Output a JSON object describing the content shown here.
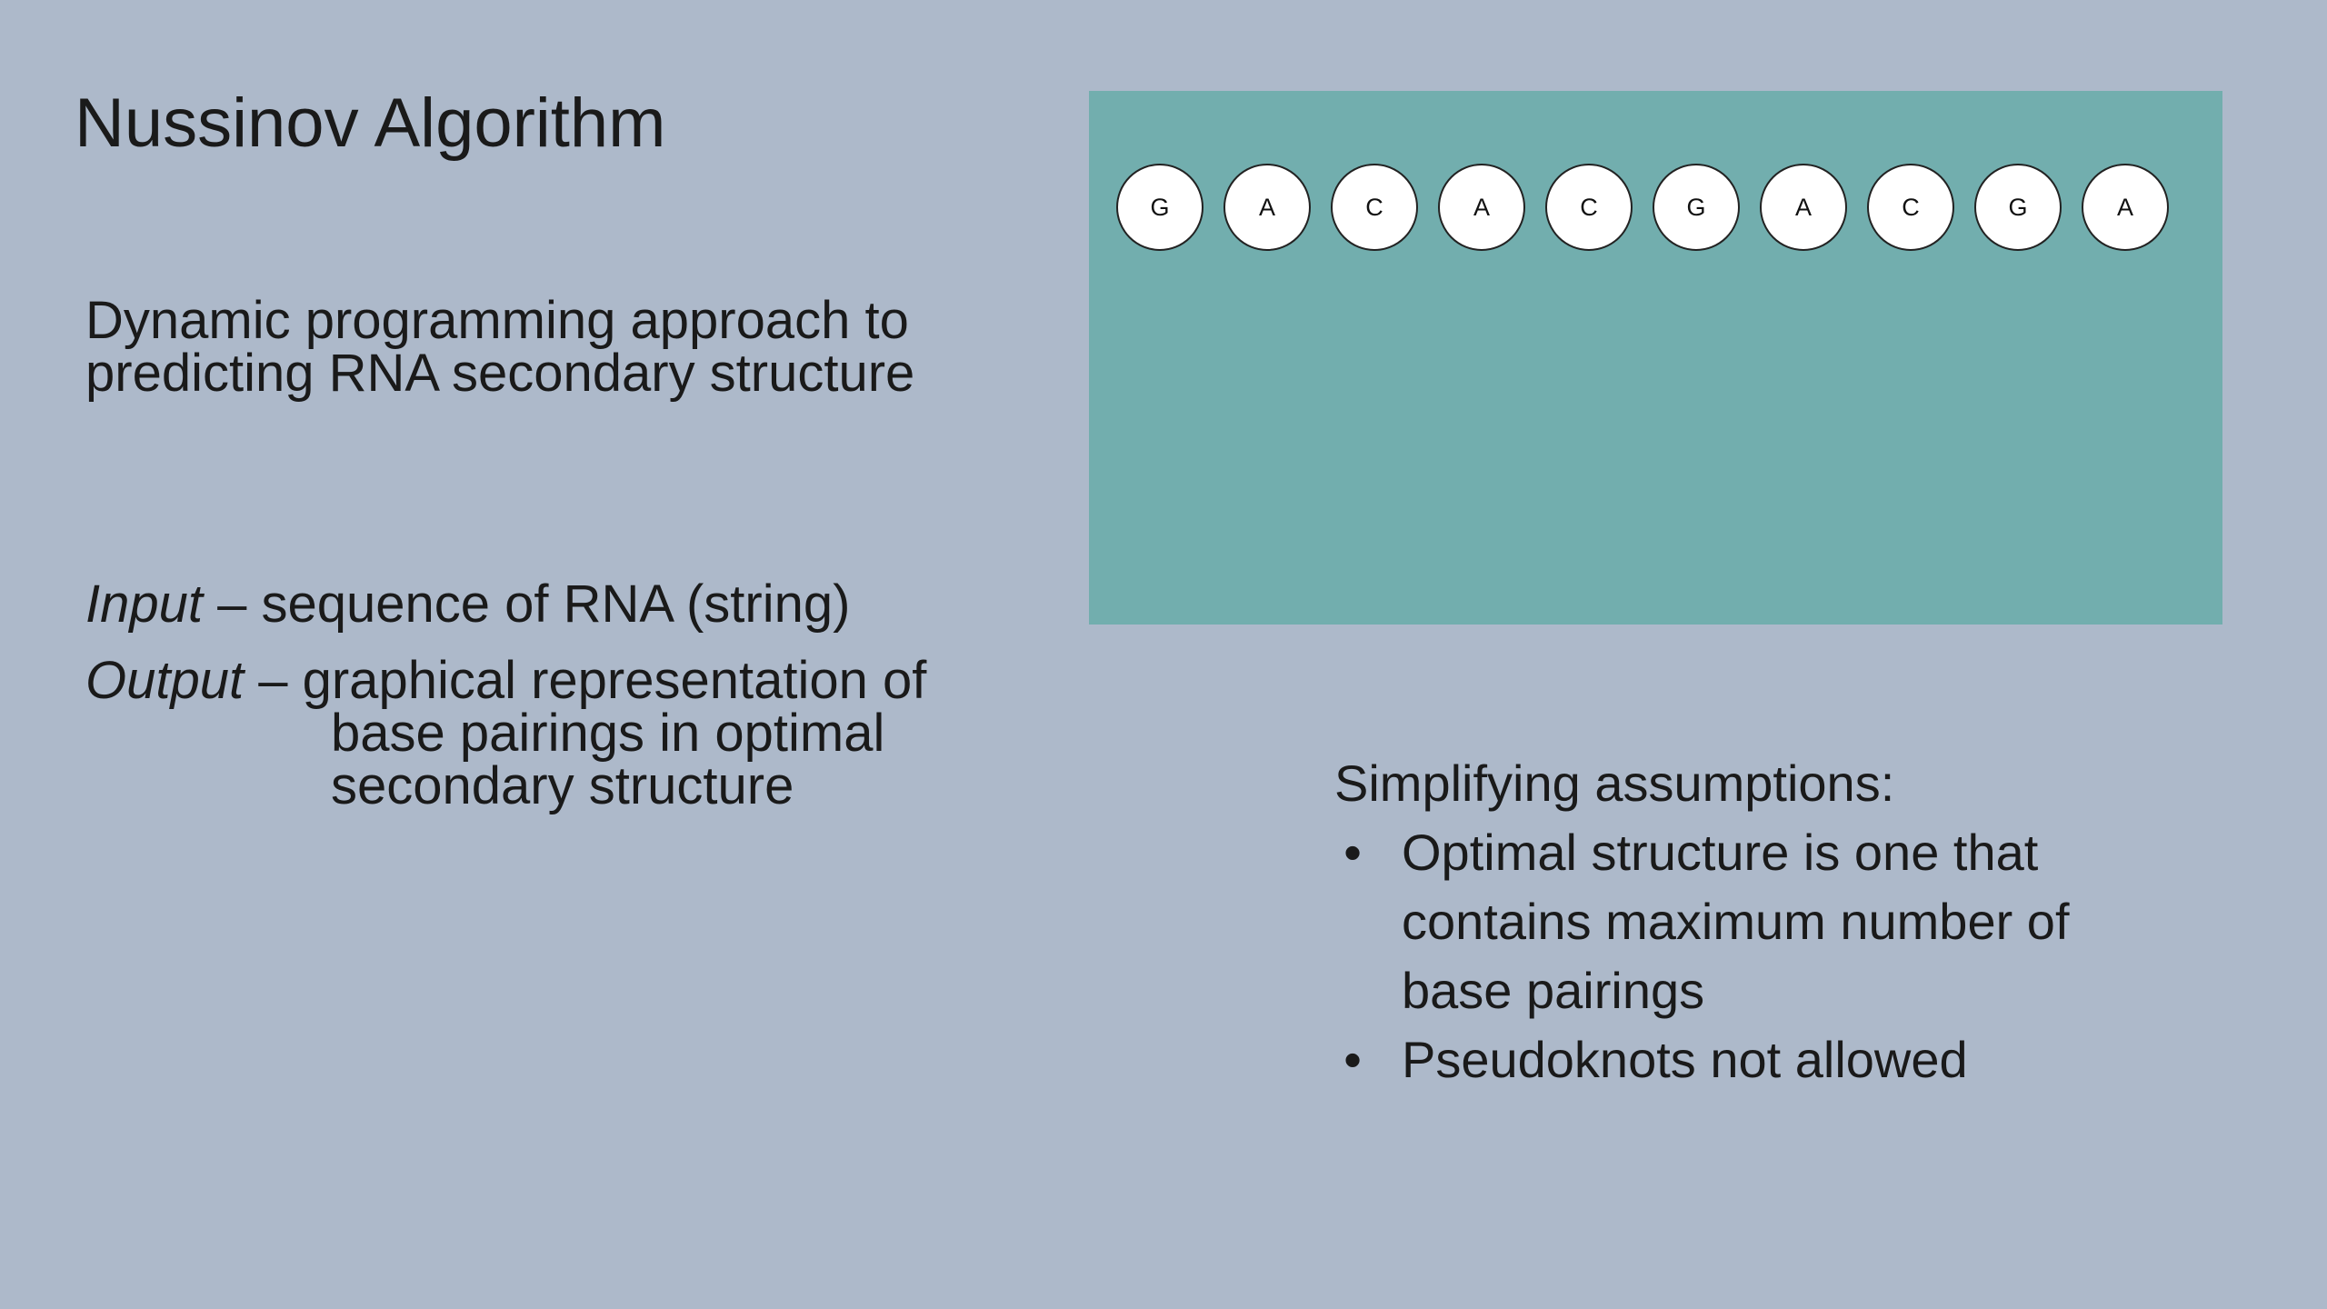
{
  "slide": {
    "title": "Nussinov Algorithm",
    "intro": {
      "line1": "Dynamic programming approach to",
      "line2": "predicting RNA secondary structure"
    },
    "io": {
      "input_term": "Input",
      "input_desc": " – sequence of RNA (string)",
      "output_term": "Output",
      "output_desc": " – graphical representation of",
      "output_line2": "base pairings in optimal",
      "output_line3": "secondary structure"
    },
    "diagram": {
      "background_color": "#72aeae",
      "sequence": [
        "G",
        "A",
        "C",
        "A",
        "C",
        "G",
        "A",
        "C",
        "G",
        "A"
      ]
    },
    "assumptions": {
      "heading": "Simplifying assumptions:",
      "bullet_glyph": "•",
      "items": [
        {
          "line1": "Optimal structure is one that",
          "line2": "contains maximum number of",
          "line3": "base pairings"
        },
        {
          "line1": "Pseudoknots not allowed"
        }
      ]
    }
  },
  "colors": {
    "slide_background": "#adb9ca",
    "text": "#1a1a1a",
    "nucleotide_fill": "#ffffff",
    "nucleotide_border": "#222222"
  }
}
